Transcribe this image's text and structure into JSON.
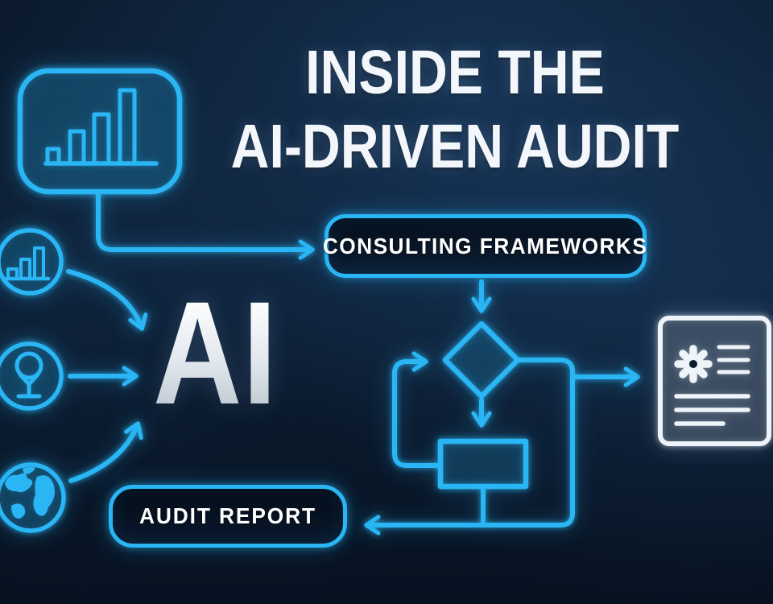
{
  "title": {
    "line1": "INSIDE THE",
    "line2": "AI-DRIVEN AUDIT"
  },
  "ai": {
    "label": "AI"
  },
  "flowchart": {
    "consulting_label": "CONSULTING FRAMEWORKS",
    "audit_report_label": "AUDIT REPORT"
  },
  "icons": [
    "bar-chart-board-icon",
    "bar-chart-circle-icon",
    "balloon-marker-circle-icon",
    "globe-circle-icon",
    "decision-diamond-shape",
    "process-rectangle-shape",
    "ai-report-document-icon",
    "sparkle-asterisk-icon"
  ],
  "colors": {
    "accent_cyan": "#2ab5f4",
    "document_white": "#eef4f9",
    "background_navy": "#0b1b2e",
    "title_white": "#f3f6fa"
  }
}
